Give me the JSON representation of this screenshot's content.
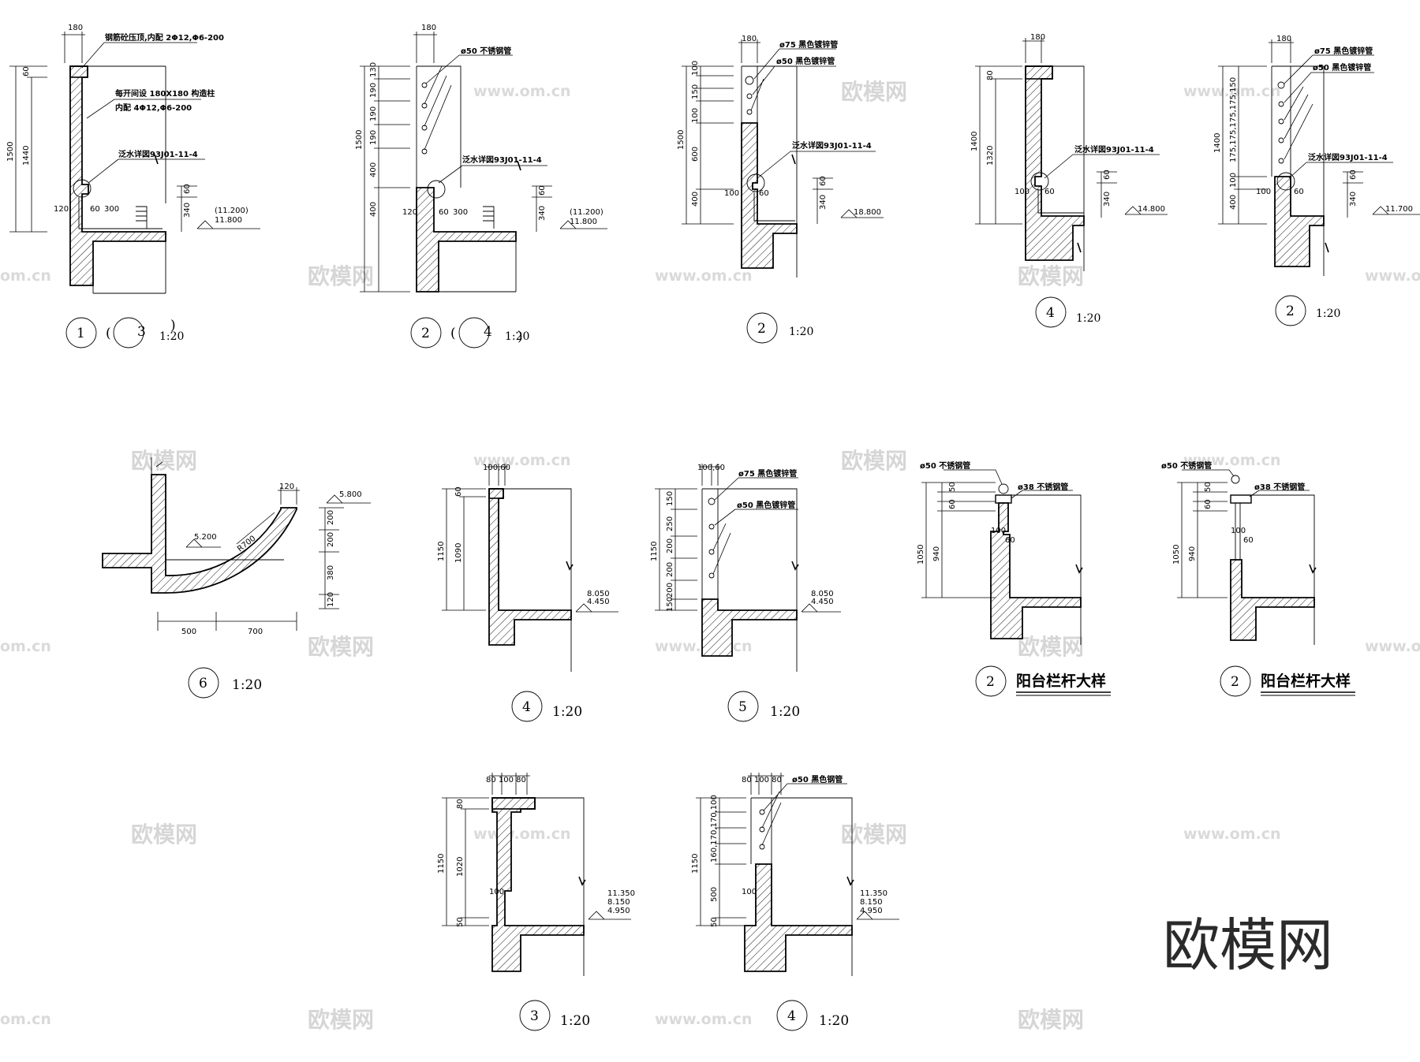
{
  "details": {
    "d1": {
      "dims": {
        "w": "180",
        "total": "1500",
        "h": "1440",
        "top": "60",
        "ledge": "120",
        "gap": "60",
        "step": "300",
        "lower": "340",
        "lowtop": "60"
      },
      "notes": {
        "n1": "钢筋砼压顶,内配 2Φ12,Φ6-200",
        "n2": "每开间设 180X180 构造柱",
        "n3": "内配 4Φ12,Φ6-200",
        "n4": "泛水详図93J01-11-4"
      },
      "elev": {
        "a": "(11.200)",
        "b": "11.800"
      },
      "caption": {
        "num": "1",
        "paren_open": "(",
        "ref": "3",
        "paren_close": ")",
        "scale": "1:20"
      }
    },
    "d2": {
      "dims": {
        "w": "180",
        "total": "1500",
        "v130": "130",
        "v190a": "190",
        "v190b": "190",
        "v190c": "190",
        "v400a": "400",
        "v400b": "400",
        "ledge": "120",
        "gap": "60",
        "step": "300",
        "lower": "340",
        "lowtop": "60"
      },
      "notes": {
        "n1": "ø50 不锈钢管",
        "n2": "泛水详図93J01-11-4"
      },
      "elev": {
        "a": "(11.200)",
        "b": "11.800"
      },
      "caption": {
        "num": "2",
        "paren_open": "(",
        "ref": "4",
        "paren_close": ")",
        "scale": "1:20"
      }
    },
    "d3": {
      "dims": {
        "w": "180",
        "total": "1500",
        "v100a": "100",
        "v150": "150",
        "v100b": "100",
        "v600": "600",
        "v400": "400",
        "side": "100",
        "gap": "60",
        "lower": "340",
        "lowtop": "60"
      },
      "notes": {
        "n1": "ø75 黑色镀锌管",
        "n2": "ø50 黑色镀锌管",
        "n3": "泛水详図93J01-11-4"
      },
      "elev": {
        "a": "18.800"
      },
      "caption": {
        "num": "2",
        "scale": "1:20"
      }
    },
    "d4": {
      "dims": {
        "w": "180",
        "total": "1400",
        "h": "1320",
        "top": "80",
        "side": "100",
        "gap": "60",
        "lower": "340",
        "lowtop": "60"
      },
      "notes": {
        "n1": "泛水详図93J01-11-4"
      },
      "elev": {
        "a": "14.800"
      },
      "caption": {
        "num": "4",
        "scale": "1:20"
      }
    },
    "d5": {
      "dims": {
        "w": "180",
        "total": "1400",
        "series": "175,175,175,175,150",
        "v100": "100",
        "v400": "400",
        "side": "100",
        "gap": "60",
        "lower": "340",
        "lowtop": "60"
      },
      "notes": {
        "n1": "ø75 黑色镀锌管",
        "n2": "ø50 黑色镀锌管",
        "n3": "泛水详図93J01-11-4"
      },
      "elev": {
        "a": "11.700"
      },
      "caption": {
        "num": "2",
        "scale": "1:20"
      }
    },
    "d6": {
      "dims": {
        "w": "120",
        "v200a": "200",
        "v200b": "200",
        "v380": "380",
        "v120": "120",
        "h500": "500",
        "h700": "700",
        "radius": "R700"
      },
      "elev": {
        "a": "5.800",
        "b": "5.200"
      },
      "caption": {
        "num": "6",
        "scale": "1:20"
      }
    },
    "d7": {
      "dims": {
        "top": "100,60",
        "total": "1150",
        "h": "1090",
        "v60": "60"
      },
      "elev": {
        "a": "8.050",
        "b": "4.450"
      },
      "caption": {
        "num": "4",
        "scale": "1:20"
      }
    },
    "d8": {
      "dims": {
        "top": "100,60",
        "total": "1150",
        "v150a": "150",
        "v250": "250",
        "v200a": "200",
        "v200b": "200",
        "v200c": "200",
        "v150b": "150"
      },
      "notes": {
        "n1": "ø75 黑色镀锌管",
        "n2": "ø50 黑色镀锌管"
      },
      "elev": {
        "a": "8.050",
        "b": "4.450"
      },
      "caption": {
        "num": "5",
        "scale": "1:20"
      }
    },
    "d9": {
      "dims": {
        "total": "1050",
        "h": "940",
        "v50": "50",
        "v60": "60",
        "side": "100",
        "gap": "60"
      },
      "notes": {
        "n1": "ø50 不锈钢管",
        "n2": "ø38 不锈钢管"
      },
      "caption": {
        "num": "2",
        "title": "阳台栏杆大样"
      }
    },
    "d10": {
      "dims": {
        "total": "1050",
        "h": "940",
        "v50": "50",
        "v60": "60",
        "side": "100",
        "gap": "60"
      },
      "notes": {
        "n1": "ø50 不锈钢管",
        "n2": "ø38 不锈钢管"
      },
      "caption": {
        "num": "2",
        "title": "阳台栏杆大样"
      }
    },
    "d11": {
      "dims": {
        "top": "80 100 80",
        "total": "1150",
        "h": "1020",
        "v80": "80",
        "v50": "50",
        "side": "100"
      },
      "elev": {
        "a": "11.350",
        "b": "8.150",
        "c": "4.950"
      },
      "caption": {
        "num": "3",
        "scale": "1:20"
      }
    },
    "d12": {
      "dims": {
        "top": "80 100 80",
        "total": "1150",
        "series": "160,170,170,100",
        "v500": "500",
        "v50": "50",
        "side": "100"
      },
      "notes": {
        "n1": "ø50 黑色钢管"
      },
      "elev": {
        "a": "11.350",
        "b": "8.150",
        "c": "4.950"
      },
      "caption": {
        "num": "4",
        "scale": "1:20"
      }
    }
  },
  "watermarks": {
    "mark": "欧模网",
    "site": "www.om.cn",
    "site_short": "om.cn"
  },
  "brand": {
    "logo_text": "欧模网"
  }
}
